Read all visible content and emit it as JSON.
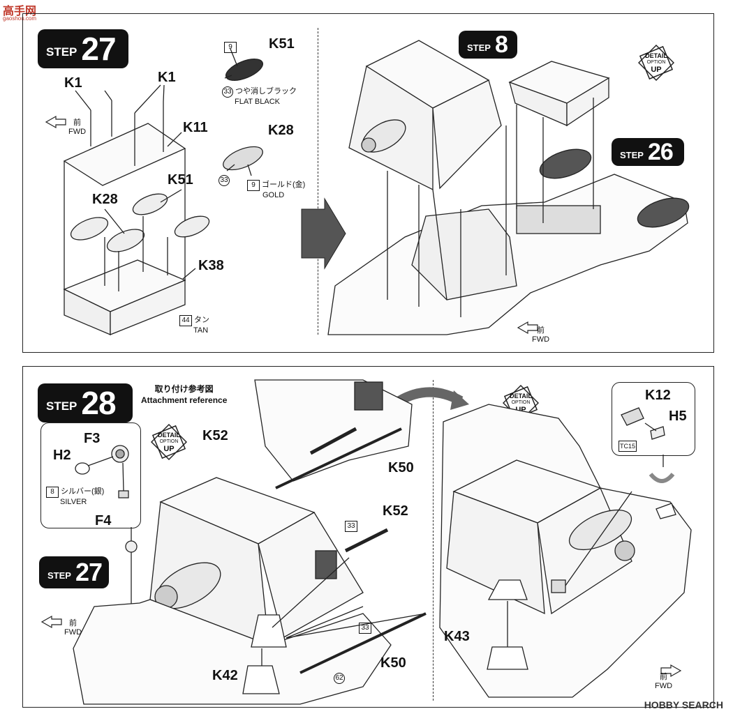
{
  "site": {
    "brand": "高手网",
    "url": "gaoshou.com"
  },
  "top_panel": {
    "step_label": "STEP",
    "step_number": "27",
    "labels": {
      "k1_a": "K1",
      "k1_b": "K1",
      "k11": "K11",
      "k51_top": "K51",
      "k28": "K28",
      "k51": "K51",
      "k38": "K38",
      "k51_ref": "K51",
      "k28_ref": "K28"
    },
    "fwd_ja": "前",
    "fwd_en": "FWD",
    "paint_k51_num_a": "9",
    "paint_k51_num_b": "33",
    "paint_k51_ja": "つや消しブラック",
    "paint_k51_en": "FLAT BLACK",
    "paint_k28_num_a": "33",
    "paint_k28_num_b": "9",
    "paint_k28_ja": "ゴールド(金)",
    "paint_k28_en": "GOLD",
    "paint_tan_num": "44",
    "paint_tan_ja": "タン",
    "paint_tan_en": "TAN",
    "ref_step_label": "STEP",
    "ref_step_8": "8",
    "ref_step_26": "26",
    "detail": {
      "line1": "DETAIL",
      "line2": "OPTION",
      "line3": "UP"
    },
    "fwd2_ja": "前",
    "fwd2_en": "FWD"
  },
  "bottom_panel": {
    "step_label": "STEP",
    "step_number": "28",
    "attach_ja": "取り付け参考図",
    "attach_en": "Attachment reference",
    "detail": {
      "line1": "DETAIL",
      "line2": "OPTION",
      "line3": "UP"
    },
    "inset": {
      "f3": "F3",
      "h2": "H2",
      "f4": "F4",
      "paint_num": "8",
      "paint_ja": "シルバー(銀)",
      "paint_en": "SILVER"
    },
    "labels": {
      "k52_a": "K52",
      "k50_a": "K50",
      "k52_b": "K52",
      "k50_b": "K50",
      "k42": "K42",
      "k43": "K43",
      "k12": "K12",
      "h5": "H5"
    },
    "paint_33_a": "33",
    "paint_33_b": "33",
    "paint_62": "62",
    "tc15": "TC15",
    "step27_label": "STEP",
    "step27_number": "27",
    "fwd_ja": "前",
    "fwd_en": "FWD",
    "fwd2_ja": "前",
    "fwd2_en": "FWD",
    "detail2": {
      "line1": "DETAIL",
      "line2": "OPTION",
      "line3": "UP"
    }
  },
  "watermark": "HOBBY SEARCH"
}
